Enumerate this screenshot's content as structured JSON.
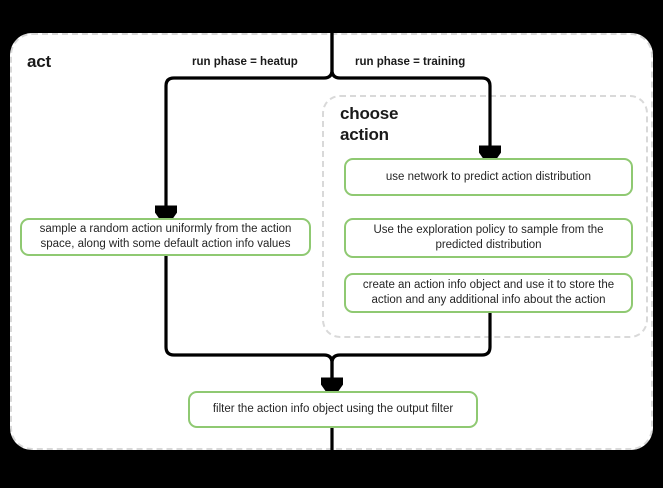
{
  "diagram": {
    "type": "flowchart",
    "background_color": "#000000",
    "canvas_color": "#ffffff",
    "node_border_color": "#8fc972",
    "group_border_color": "#d9d9d9",
    "edge_color": "#000000"
  },
  "groups": {
    "act": {
      "title": "act"
    },
    "choose_action": {
      "title": "choose action"
    }
  },
  "edge_labels": {
    "heatup": "run phase = heatup",
    "training": "run phase = training"
  },
  "nodes": {
    "sample_random": "sample a random action uniformly from the action space, along with some default action info values",
    "use_network": "use network to predict action distribution",
    "exploration_policy": "Use the exploration policy to sample from the predicted distribution",
    "create_action_info": "create an action info object and use it to store the action and any additional info about the action",
    "filter_output": "filter the action info object using the output filter"
  }
}
